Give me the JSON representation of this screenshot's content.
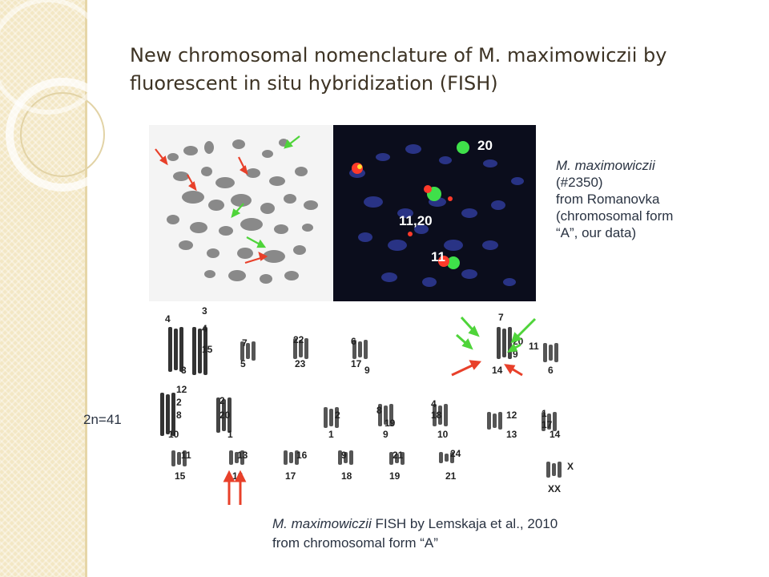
{
  "slide": {
    "title_line1": "New chromosomal nomenclature of M. maximowiczii by",
    "title_line2": "fluorescent in situ  hybridization (FISH)"
  },
  "fish_labels": {
    "label_20": "20",
    "label_11_20": "11,20",
    "label_11": "11"
  },
  "description": {
    "species": "M. maximowiczii",
    "line2": "(#2350)",
    "line3": "from Romanovka",
    "line4": "(chromosomal form",
    "line5": "“A”, our data)"
  },
  "karyotype": {
    "count_label": "2n=41",
    "pair_numbers": [
      "4",
      "3",
      "4",
      "15",
      "3",
      "7",
      "5",
      "22",
      "23",
      "6",
      "17",
      "9",
      "7",
      "20",
      "9",
      "14",
      "11",
      "6",
      "12",
      "2",
      "8",
      "2",
      "20",
      "10",
      "1",
      "2",
      "1",
      "8",
      "19",
      "9",
      "4",
      "18",
      "10",
      "12",
      "13",
      "1",
      "17",
      "14",
      "11",
      "15",
      "13",
      "16",
      "16",
      "17",
      "9",
      "18",
      "21",
      "19",
      "24",
      "21",
      "X",
      "XX"
    ]
  },
  "caption": {
    "species": "M. maximowiczii",
    "line1_rest": "  FISH by Lemskaja et al., 2010",
    "line2": " from chromosomal form “A”"
  },
  "colors": {
    "arrow_red": "#e8402a",
    "arrow_green": "#4fd43a",
    "fish_red": "#ff3a2a",
    "fish_green": "#3fe04a",
    "fish_blue": "#3340a8"
  }
}
